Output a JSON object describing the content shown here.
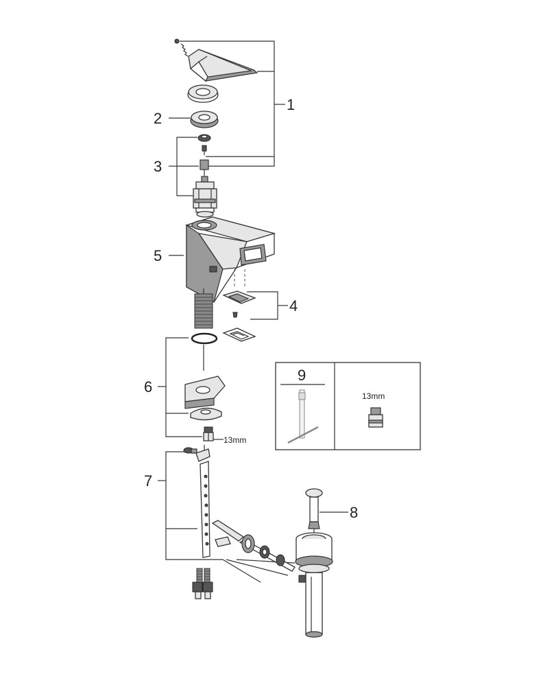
{
  "callouts": {
    "c1": "1",
    "c2": "2",
    "c3": "3",
    "c4": "4",
    "c5": "5",
    "c6": "6",
    "c7": "7",
    "c8": "8",
    "c9": "9"
  },
  "dimension_labels": {
    "nut_size": "13mm",
    "insert_nut_size": "13mm"
  },
  "colors": {
    "line": "#333333",
    "part_fill": "#e6e6e6",
    "dark_fill": "#9a9a9a"
  }
}
